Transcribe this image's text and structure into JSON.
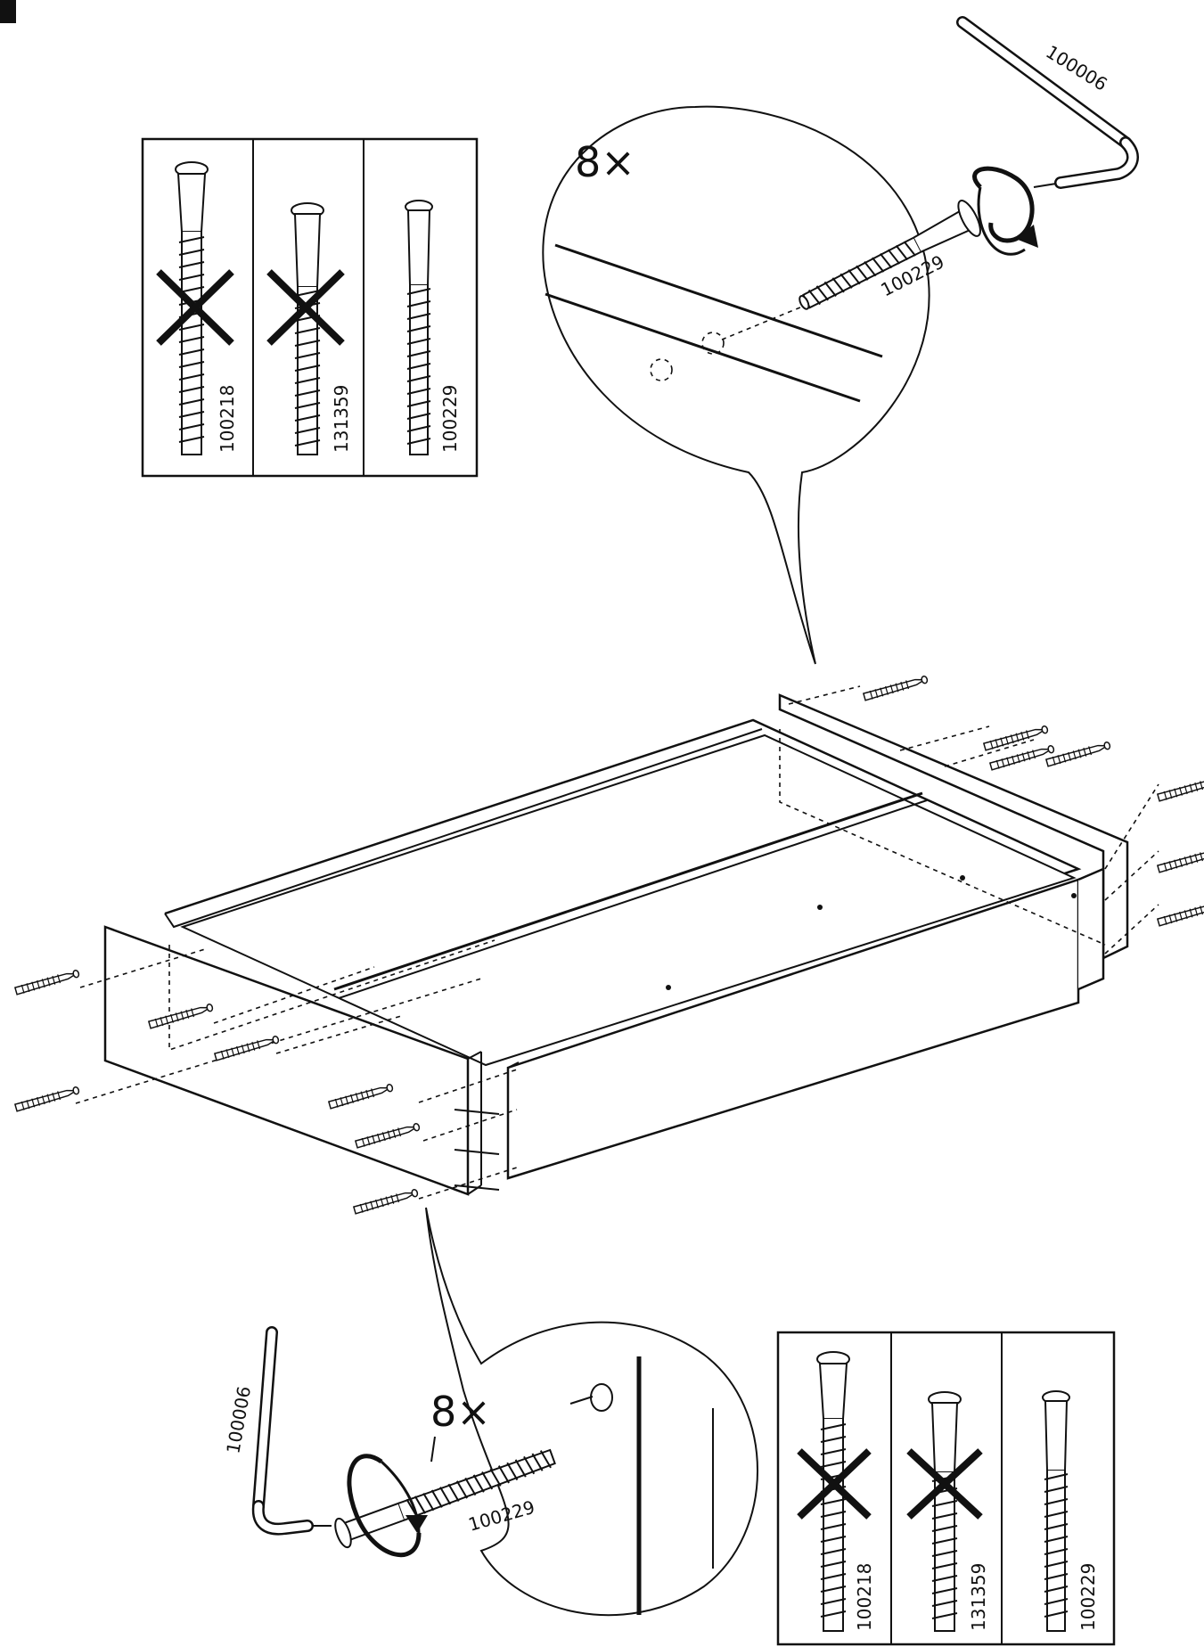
{
  "step": {
    "quantity_top": "8×",
    "quantity_bottom": "8×"
  },
  "parts": {
    "hex_key": "100006",
    "screw_correct": "100229",
    "screw_wrong_1": "100218",
    "screw_wrong_2": "131359"
  },
  "legend_top": {
    "cells": [
      {
        "part": "100218",
        "status": "wrong"
      },
      {
        "part": "131359",
        "status": "wrong"
      },
      {
        "part": "100229",
        "status": "correct"
      }
    ]
  },
  "legend_bottom": {
    "cells": [
      {
        "part": "100218",
        "status": "wrong"
      },
      {
        "part": "131359",
        "status": "wrong"
      },
      {
        "part": "100229",
        "status": "correct"
      }
    ]
  },
  "icons": {
    "rotate": "rotate-arrow-icon",
    "reject": "cross-icon",
    "key": "hex-key-icon",
    "screw": "screw-icon"
  },
  "colors": {
    "ink": "#111111",
    "paper": "#ffffff"
  }
}
